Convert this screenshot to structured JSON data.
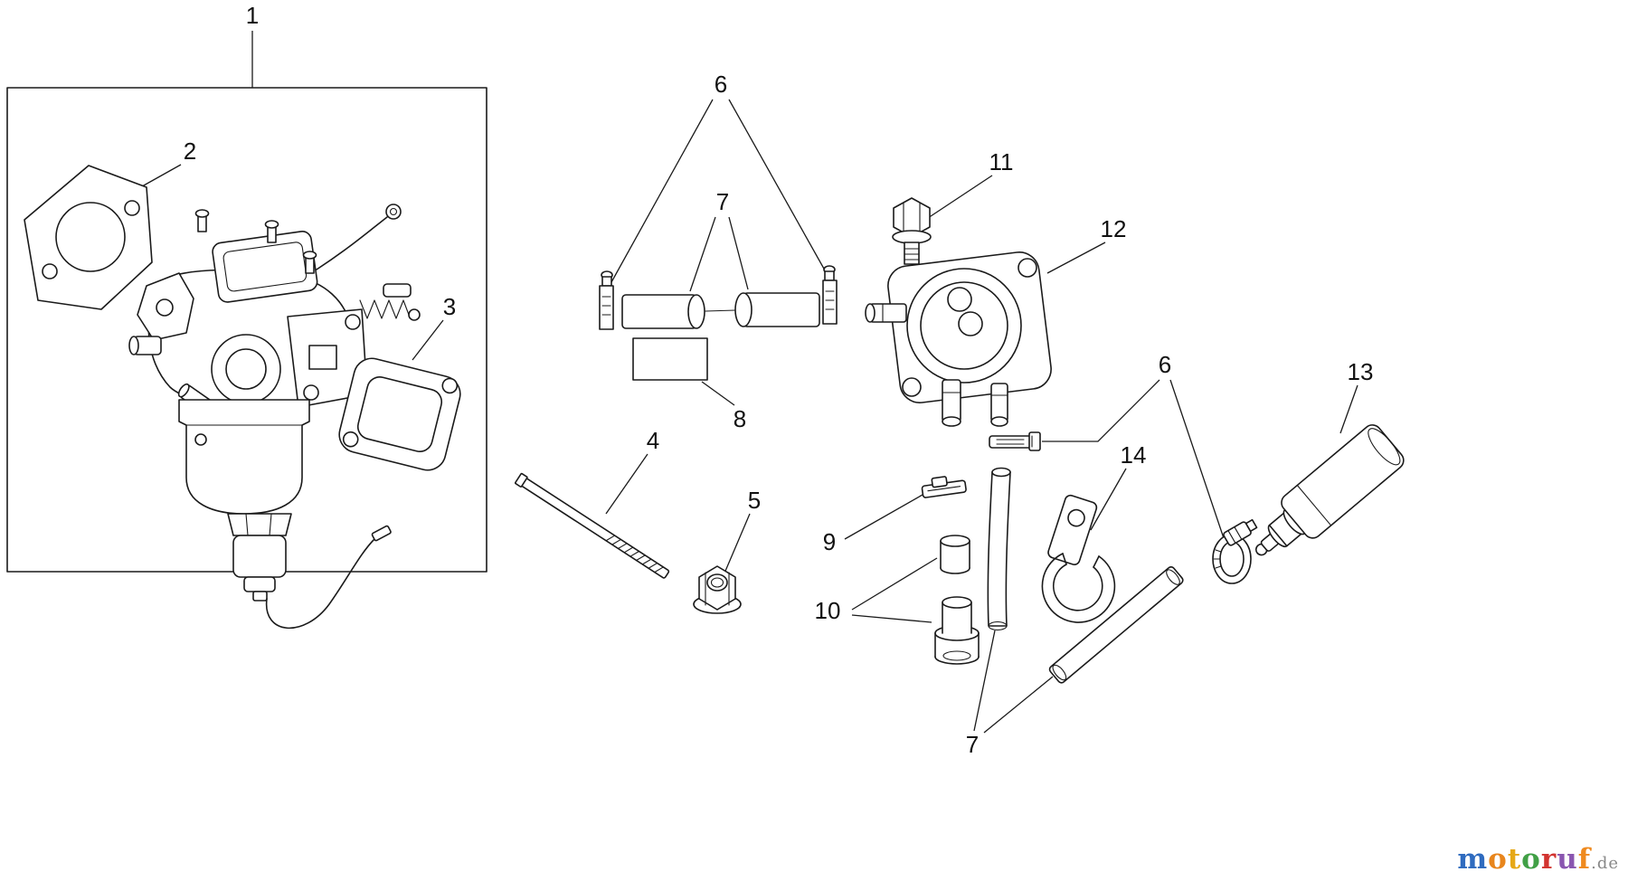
{
  "diagram": {
    "callouts": {
      "group_box": "1",
      "mounting_gasket": "2",
      "carb_gasket": "3",
      "stud": "4",
      "flange_nut": "5",
      "hose_clamps_upper": "6",
      "fuel_hose_upper": "7",
      "spacer_plate": "8",
      "spring_clamp": "9",
      "fuel_fittings": "10",
      "pump_bolt": "11",
      "fuel_pump": "12",
      "hose_clamps_right": "6",
      "fuel_filter": "13",
      "clamp_bracket": "14",
      "fuel_hose_lower": "7"
    }
  },
  "watermark": {
    "letters": [
      {
        "char": "m",
        "color": "#2f6bbf"
      },
      {
        "char": "o",
        "color": "#e8851c"
      },
      {
        "char": "t",
        "color": "#e6a817"
      },
      {
        "char": "o",
        "color": "#41a046"
      },
      {
        "char": "r",
        "color": "#d23430"
      },
      {
        "char": "u",
        "color": "#8a56b0"
      },
      {
        "char": "f",
        "color": "#ef8a1f"
      }
    ],
    "suffix": ".de",
    "suffix_color": "#888888"
  }
}
